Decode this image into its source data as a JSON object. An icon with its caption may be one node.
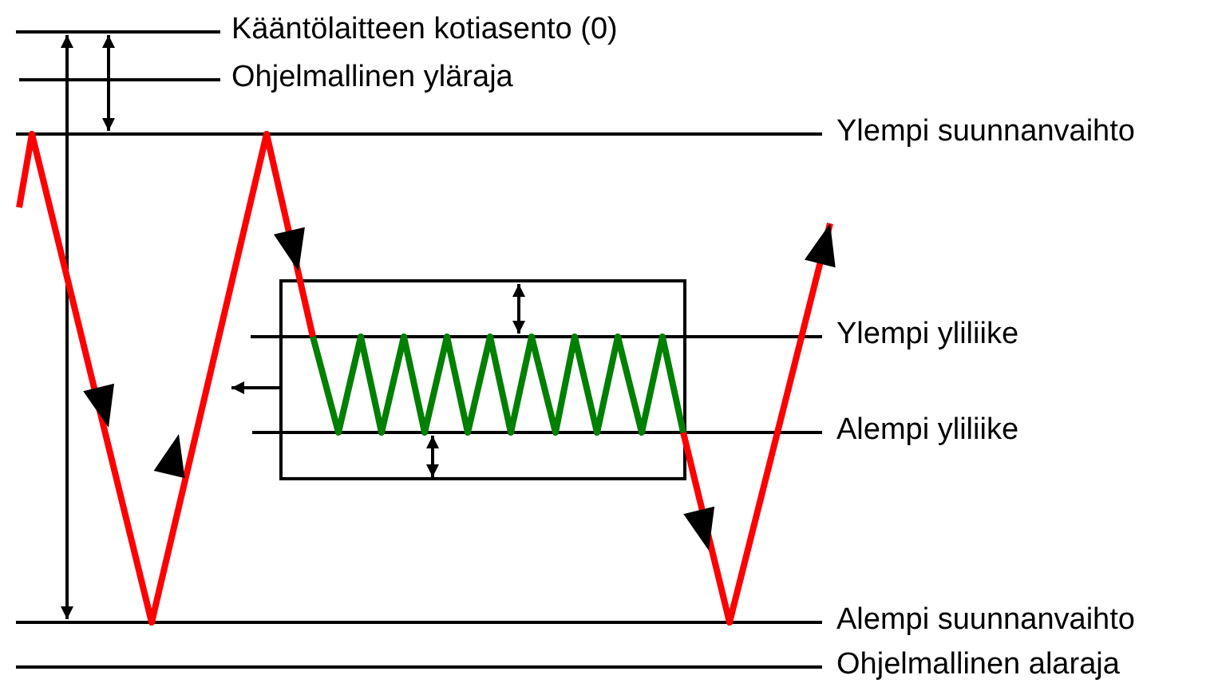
{
  "diagram": {
    "labels": [
      "Kääntölaitteen kotiasento (0)",
      "Ohjelmallinen yläraja",
      "Ylempi suunnanvaihto",
      "Ylempi yliliike",
      "Alempi yliliike",
      "Alempi suunnanvaihto",
      "Ohjelmallinen alaraja"
    ]
  }
}
